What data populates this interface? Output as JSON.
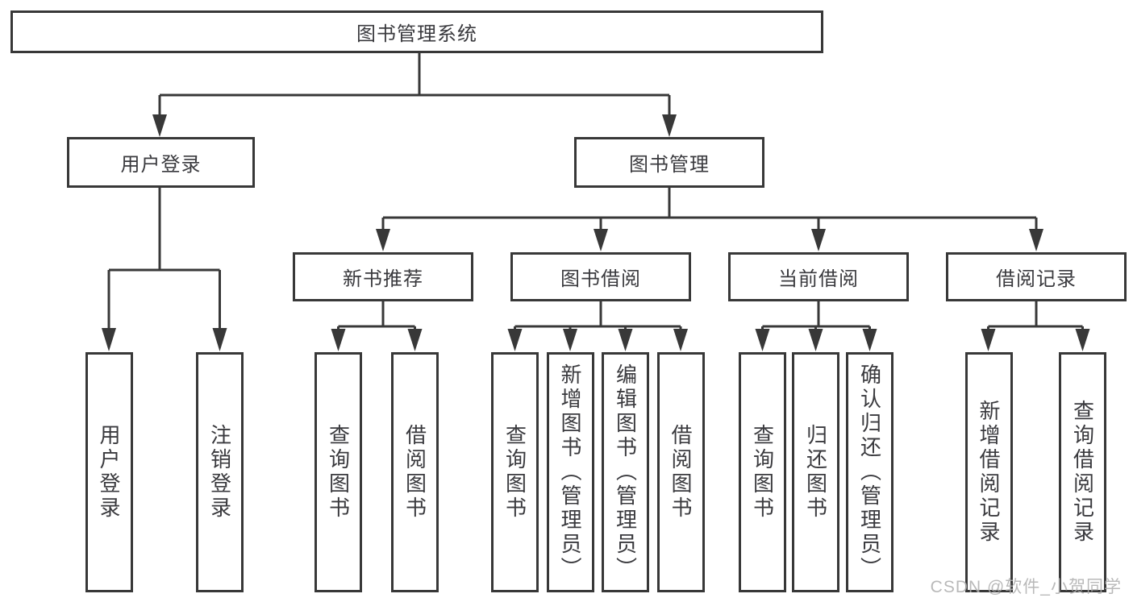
{
  "nodes": {
    "root": "图书管理系统",
    "userLogin": "用户登录",
    "bookManagement": "图书管理",
    "newBookRec": "新书推荐",
    "bookBorrow": "图书借阅",
    "currentBorrow": "当前借阅",
    "borrowRecords": "借阅记录",
    "leafUserLogin": "用户登录",
    "leafLogout": "注销登录",
    "leafQueryBooksRec": "查询图书",
    "leafBorrowBooksRec": "借阅图书",
    "leafQueryBooksBorrow": "查询图书",
    "leafAddBooks": "新增图书（管理员）",
    "leafEditBooks": "编辑图书（管理员）",
    "leafBorrowBooksBorrow": "借阅图书",
    "leafQueryBooksCurrent": "查询图书",
    "leafReturnBooks": "归还图书",
    "leafConfirmReturn": "确认归还（管理员）",
    "leafAddBorrowRecord": "新增借阅记录",
    "leafQueryBorrowRecord": "查询借阅记录"
  },
  "watermark": {
    "text": "CSDN @软件_小贺同学"
  },
  "colors": {
    "line": "#383838",
    "text": "#3a3a3e",
    "watermark": "#b0b0b0",
    "background": "#ffffff"
  }
}
